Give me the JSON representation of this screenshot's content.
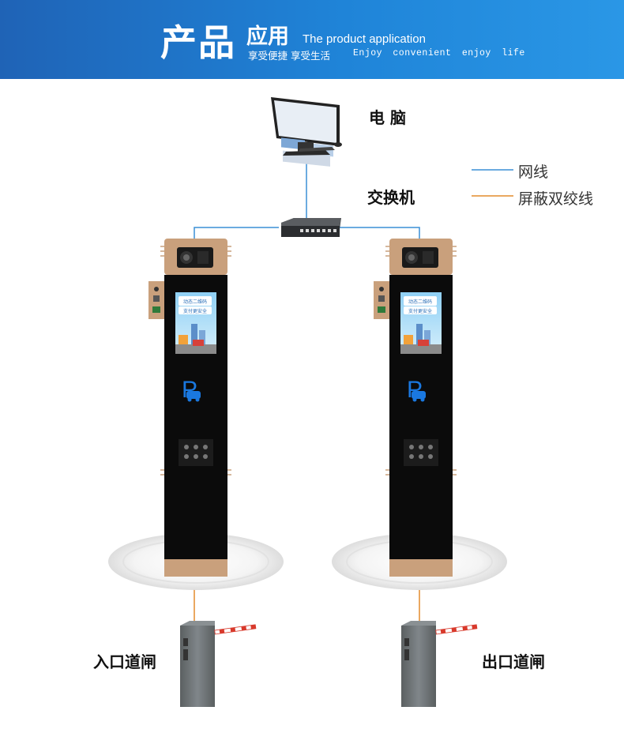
{
  "header": {
    "title_main": "产品",
    "title_sub": "应用",
    "title_en": "The product application",
    "tagline_cn": "享受便捷 享受生活",
    "tagline_en": "Enjoy convenient  enjoy life"
  },
  "nodes": {
    "computer": "电  脑",
    "switch": "交换机",
    "entry_gate": "入口道闸",
    "exit_gate": "出口道闸"
  },
  "legend": {
    "network_cable": {
      "label": "网线",
      "color": "#3a8fd6"
    },
    "shielded_twisted_pair": {
      "label": "屏蔽双绞线",
      "color": "#e38b2c"
    }
  },
  "kiosk": {
    "parking_sign": "P",
    "screen_text_1": "动态二维码",
    "screen_text_2": "支付更安全"
  },
  "colors": {
    "header_blue": "#1f7fd3",
    "kiosk_body": "#0b0b0b",
    "kiosk_accent": "#c9a07c",
    "parking_blue": "#1a78e0",
    "barrier_red": "#d83a2c",
    "gate_gray": "#6f7475"
  }
}
